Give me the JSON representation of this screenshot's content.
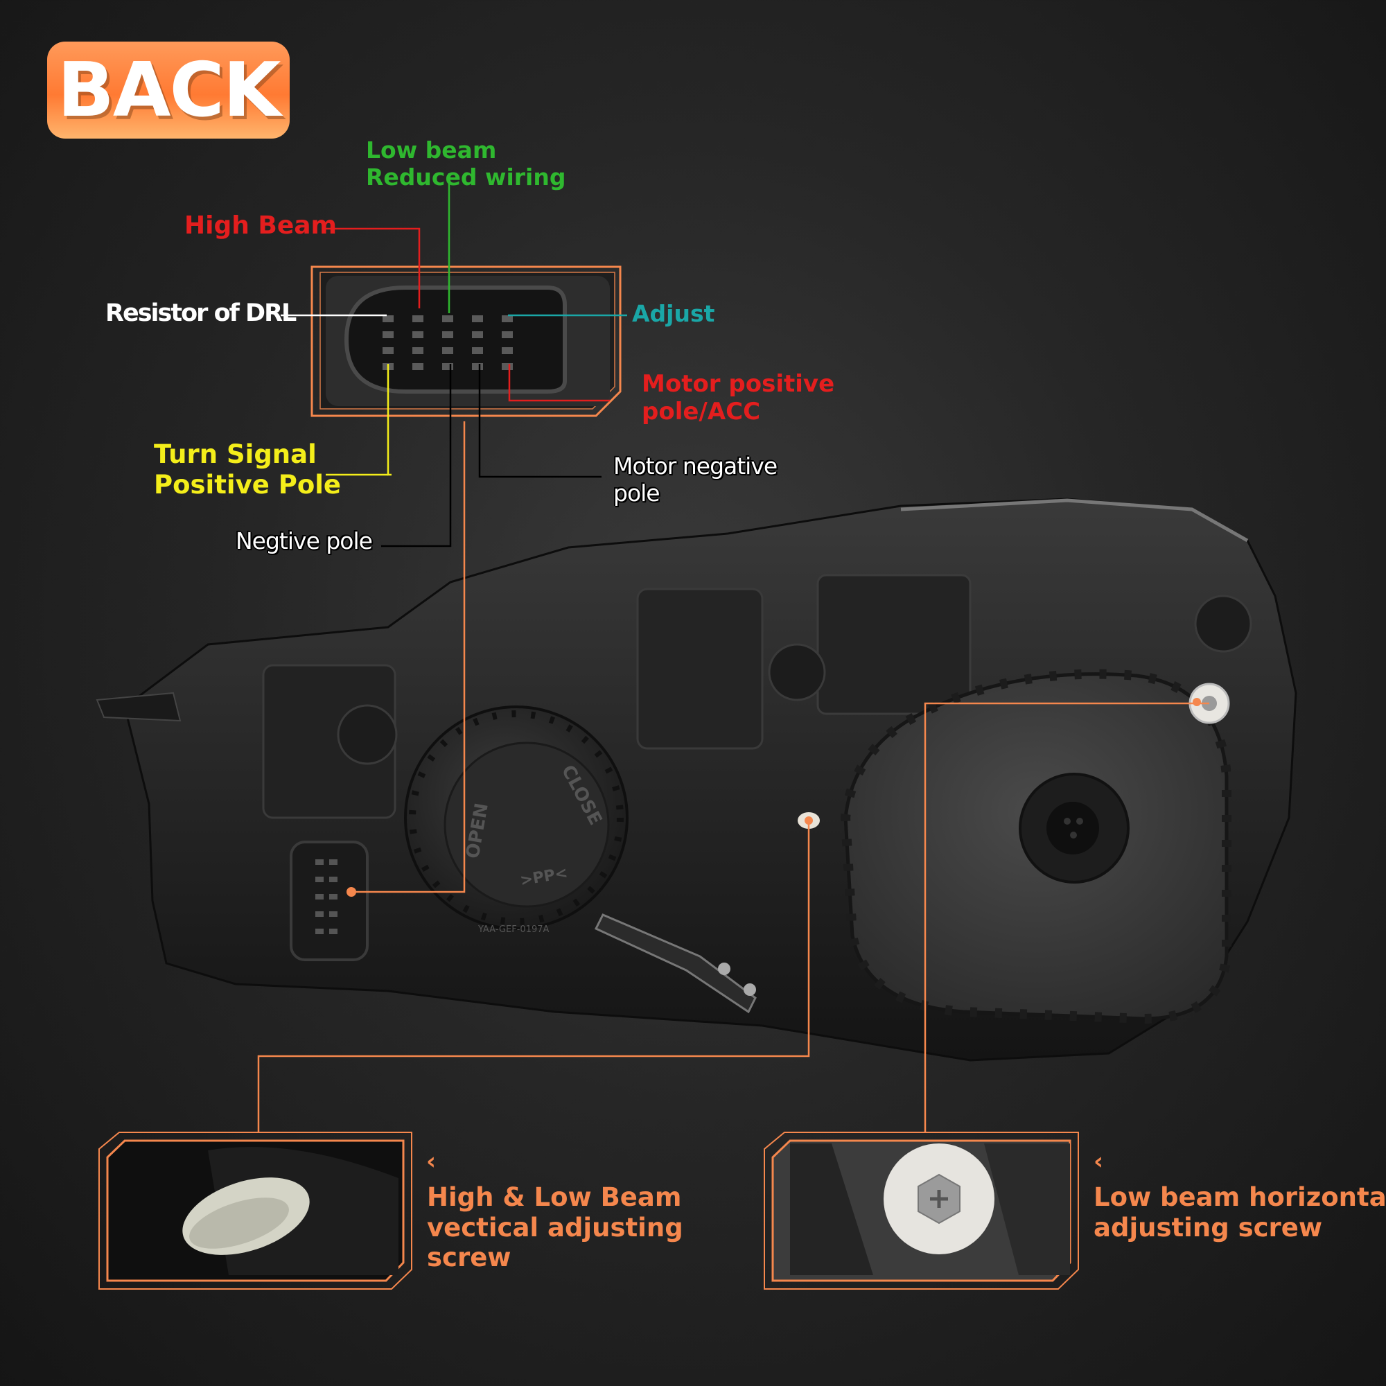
{
  "badge": {
    "label": "BACK"
  },
  "connector_labels": {
    "low_beam_reduced_wiring": [
      "Low beam",
      "Reduced wiring"
    ],
    "high_beam": "High Beam",
    "resistor_of_drl": "Resistor of DRL",
    "adjust": "Adjust",
    "motor_positive": [
      "Motor positive",
      "pole/ACC"
    ],
    "turn_signal": [
      "Turn Signal",
      "Positive Pole"
    ],
    "motor_negative": [
      "Motor negative",
      "pole"
    ],
    "negative_pole": "Negtive pole"
  },
  "housing_markings": {
    "open": "OPEN",
    "close": "CLOSE",
    "pp": ">PP<",
    "code": "YAA-GEF-0197A"
  },
  "callouts": {
    "vertical": {
      "chevron": "‹",
      "lines": [
        "High & Low Beam",
        "vectical adjusting",
        "screw"
      ]
    },
    "horizontal": {
      "chevron": "‹",
      "lines": [
        "Low beam horizontal",
        "adjusting screw"
      ]
    }
  },
  "colors": {
    "background": "#222222",
    "accent_orange": "#f5874d",
    "badge_orange": "#ff7a33",
    "high_beam_red": "#e41e1e",
    "low_beam_green": "#2fb82f",
    "adjust_cyan": "#1aa7a7",
    "turn_signal_yellow": "#f4ee1a"
  }
}
